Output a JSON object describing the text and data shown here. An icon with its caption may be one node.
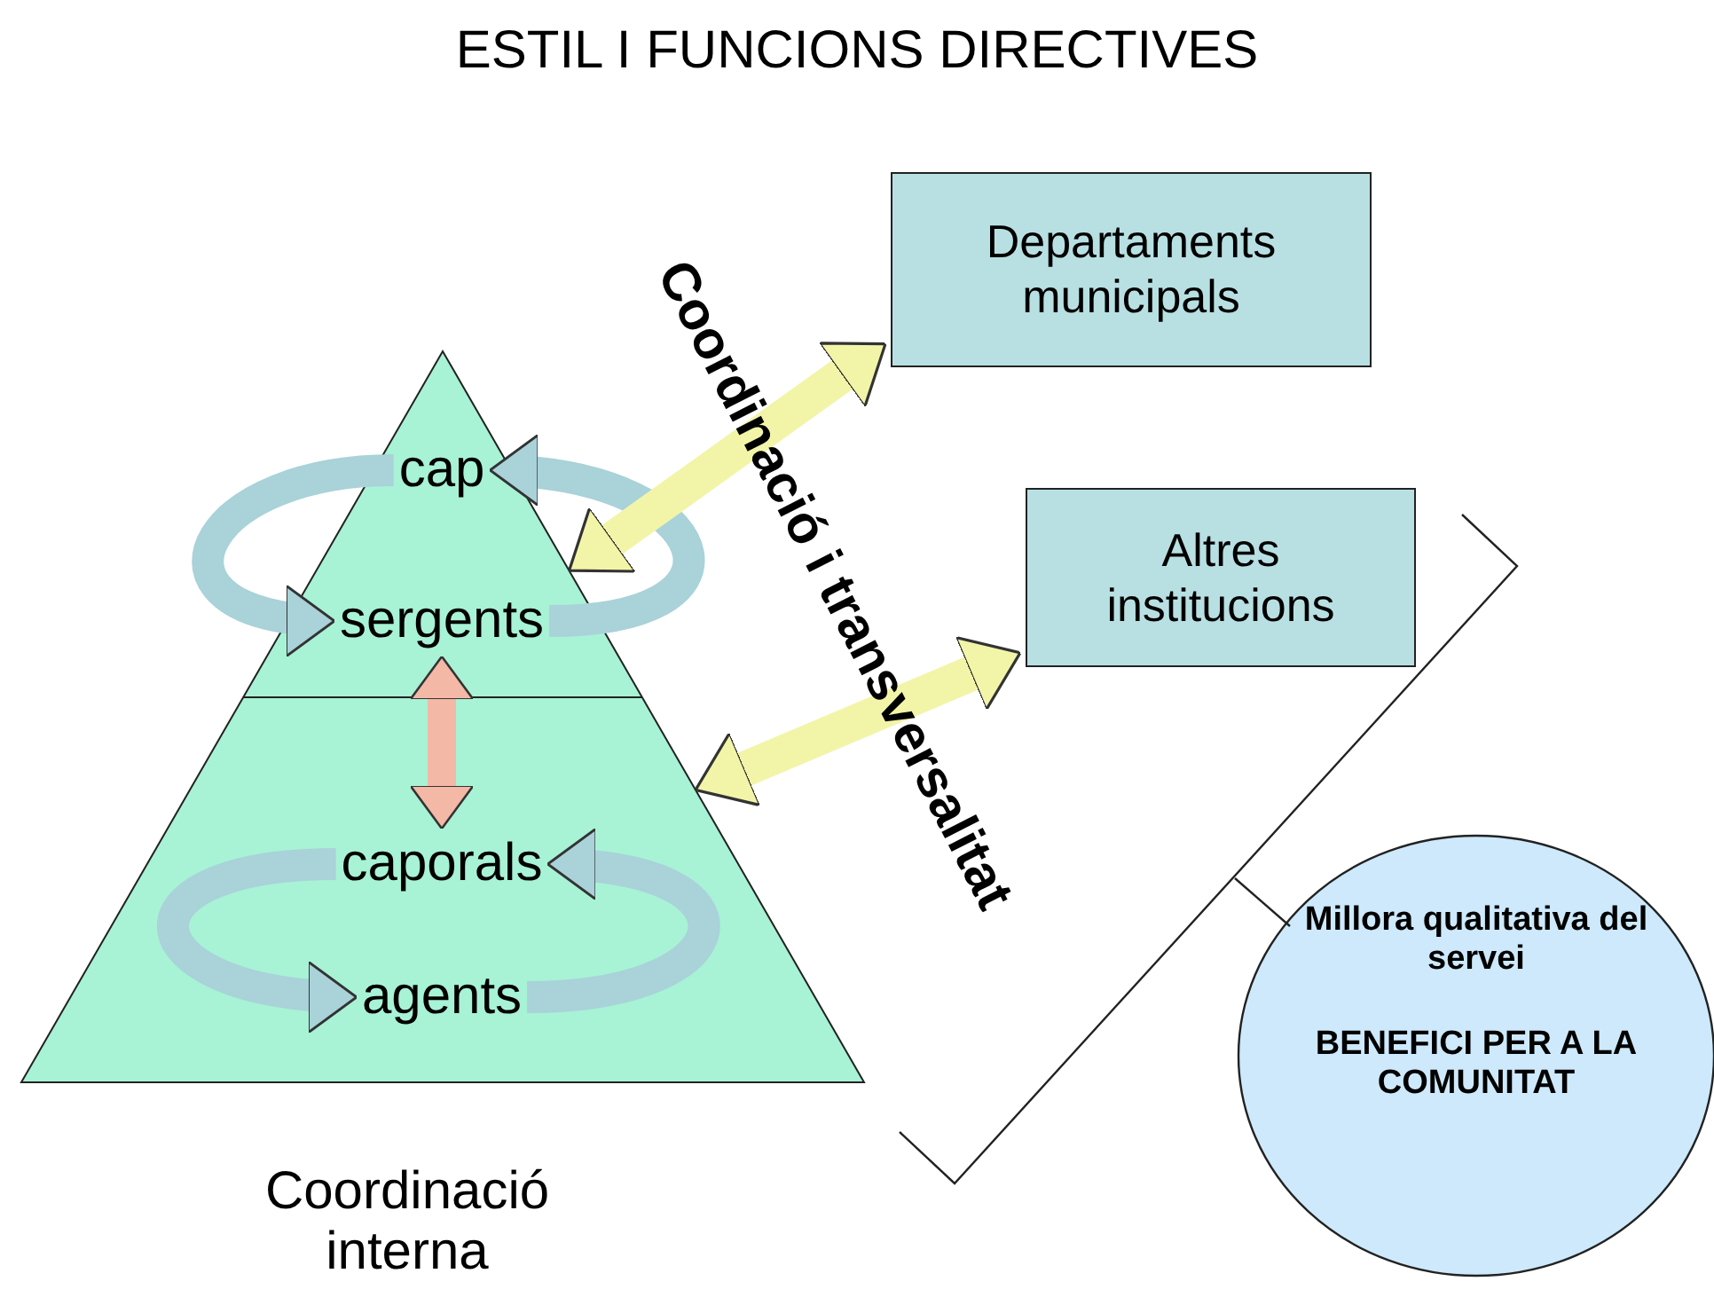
{
  "diagram": {
    "title": "ESTIL I FUNCIONS DIRECTIVES",
    "nodes": [
      {
        "text": [],
        "shape": "triangle",
        "beside": [
          "Coordinació interna"
        ]
      },
      {
        "text": [
          "cap"
        ],
        "in": 0
      },
      {
        "text": [
          "sergents"
        ],
        "in": 0
      },
      {
        "text": [
          "caporals"
        ],
        "in": 0
      },
      {
        "text": [
          "agents"
        ],
        "in": 0
      },
      {
        "text": [
          "Departaments municipals"
        ]
      },
      {
        "text": [
          "Altres institucions"
        ]
      },
      {
        "text": [
          "Millora qualitativa del servei",
          "BENEFICI PER A LA COMUNITAT"
        ]
      }
    ],
    "edges": [
      {
        "from": 1,
        "to": 2,
        "arrow": "to"
      },
      {
        "from": 2,
        "to": 1,
        "arrow": "to"
      },
      {
        "from": 3,
        "to": 4,
        "arrow": "to"
      },
      {
        "from": 4,
        "to": 3,
        "arrow": "to"
      },
      {
        "from": 2,
        "to": 3,
        "arrow": "both",
        "color": "#f4b8a6"
      },
      {
        "from": 0,
        "to": 5,
        "arrow": "both",
        "color": "#f2f5a8"
      },
      {
        "from": 0,
        "to": 6,
        "arrow": "both",
        "color": "#f2f5a8"
      }
    ],
    "labels": [
      "Coordinació i transversalitat"
    ]
  }
}
